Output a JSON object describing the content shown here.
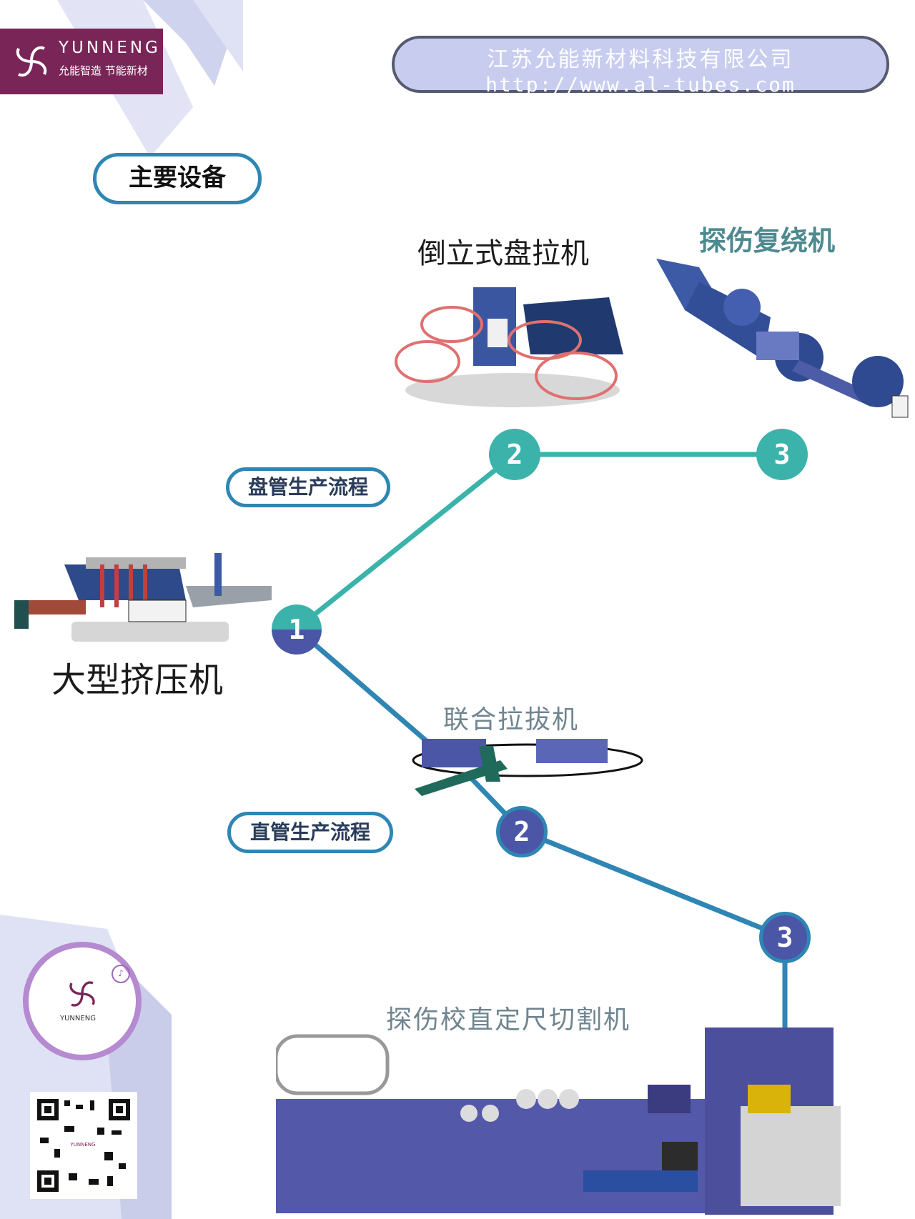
{
  "brand": {
    "name": "YUNNENG",
    "tagline": "允能智造 节能新材",
    "colors": {
      "primary": "#7a2558",
      "accent_teal": "#3bb3ab",
      "accent_blue": "#2f86b4",
      "machine_blue": "#4b56a6"
    }
  },
  "company": {
    "name": "江苏允能新材料科技有限公司",
    "url": "http://www.al-tubes.com"
  },
  "section": {
    "title": "主要设备"
  },
  "flows": {
    "coil": {
      "label": "盘管生产流程"
    },
    "straight": {
      "label": "直管生产流程"
    }
  },
  "machines": {
    "extruder": "大型挤压机",
    "inverted_drawer": "倒立式盘拉机",
    "flaw_rewinder": "探伤复绕机",
    "combined_drawer": "联合拉拔机",
    "straightening_cutter": "探伤校直定尺切割机"
  },
  "nodes": {
    "start": "1",
    "coil_2": "2",
    "coil_3": "3",
    "straight_2": "2",
    "straight_3": "3"
  },
  "qr": {
    "mini_program_label": "YUNNENG",
    "qr_label": "YUNNENG"
  },
  "icons": [
    "pinwheel-logo-icon",
    "douyin-icon"
  ]
}
